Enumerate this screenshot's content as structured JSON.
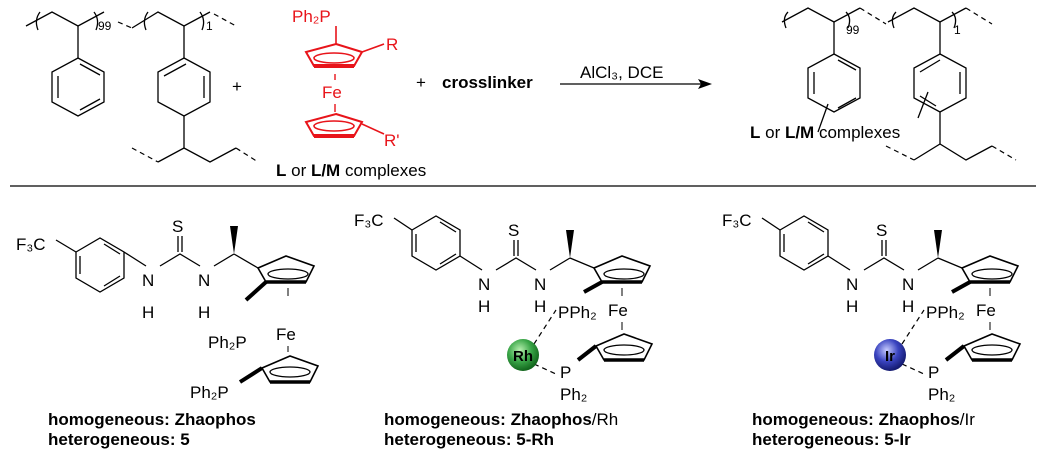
{
  "scheme": {
    "reactants": {
      "polymer_repeat_counts": [
        "99",
        "1"
      ],
      "plus_sign": "+",
      "ferrocene_label_top": "Ph₂P",
      "ferrocene_substituent_r": "R",
      "ferrocene_metal": "Fe",
      "ferrocene_substituent_r_prime": "R'",
      "ligand_caption": {
        "bold1": "L",
        "mid": " or ",
        "bold2": "L/M",
        "tail": " complexes"
      },
      "crosslinker": "crosslinker"
    },
    "conditions": "AlCl₃, DCE",
    "product": {
      "repeat_counts": [
        "99",
        "1"
      ],
      "caption": {
        "bold1": "L",
        "mid": " or ",
        "bold2": "L/M",
        "tail": " complexes"
      }
    },
    "highlight_color": "#e8141a"
  },
  "structures": [
    {
      "id": "zhaophos",
      "cf3": "F₃C",
      "thio": "S",
      "nh": [
        "N",
        "H",
        "N",
        "H"
      ],
      "phosphines": [
        "Ph₂P",
        "Ph₂P"
      ],
      "metal_center": null,
      "fe": "Fe",
      "homogeneous_label": "homogeneous:",
      "homogeneous_name": "Zhaophos",
      "homogeneous_suffix": "",
      "heterogeneous_label": "heterogeneous:",
      "heterogeneous_name": "5"
    },
    {
      "id": "zhaophos-rh",
      "cf3": "F₃C",
      "thio": "S",
      "nh": [
        "N",
        "H",
        "N",
        "H"
      ],
      "phosphines": [
        "PPh₂",
        "P",
        "Ph₂"
      ],
      "metal_center": {
        "symbol": "Rh",
        "color": "#2e9a3a"
      },
      "fe": "Fe",
      "homogeneous_label": "homogeneous:",
      "homogeneous_name": "Zhaophos",
      "homogeneous_suffix": "/Rh",
      "heterogeneous_label": "heterogeneous:",
      "heterogeneous_name": "5-Rh"
    },
    {
      "id": "zhaophos-ir",
      "cf3": "F₃C",
      "thio": "S",
      "nh": [
        "N",
        "H",
        "N",
        "H"
      ],
      "phosphines": [
        "PPh₂",
        "P",
        "Ph₂"
      ],
      "metal_center": {
        "symbol": "Ir",
        "color": "#2a36a8"
      },
      "fe": "Fe",
      "homogeneous_label": "homogeneous:",
      "homogeneous_name": "Zhaophos",
      "homogeneous_suffix": "/Ir",
      "heterogeneous_label": "heterogeneous:",
      "heterogeneous_name": "5-Ir"
    }
  ]
}
